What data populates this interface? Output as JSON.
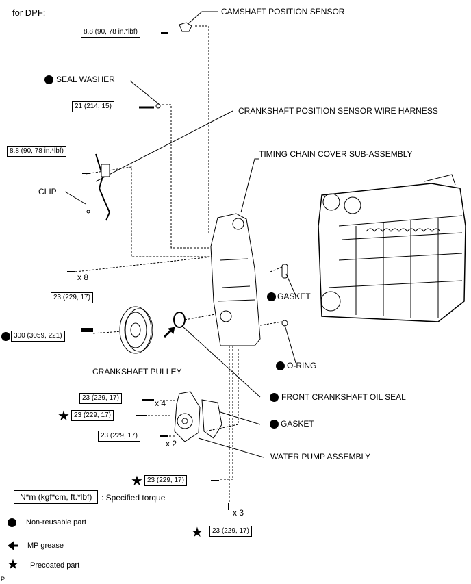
{
  "heading": "for DPF:",
  "labels": {
    "camshaft_sensor": "CAMSHAFT POSITION SENSOR",
    "seal_washer": "SEAL WASHER",
    "crank_sensor_harness": "CRANKSHAFT POSITION SENSOR WIRE HARNESS",
    "timing_cover": "TIMING CHAIN COVER SUB-ASSEMBLY",
    "clip": "CLIP",
    "gasket_1": "GASKET",
    "o_ring": "O-RING",
    "crank_pulley": "CRANKSHAFT PULLEY",
    "front_oil_seal": "FRONT CRANKSHAFT OIL SEAL",
    "gasket_2": "GASKET",
    "water_pump": "WATER PUMP ASSEMBLY"
  },
  "torques": {
    "t1": "8.8 (90, 78 in.*lbf)",
    "t2": "21 (214, 15)",
    "t3": "8.8 (90, 78 in.*lbf)",
    "t4": "23 (229, 17)",
    "t5": "300 (3059, 221)",
    "t6": "23 (229, 17)",
    "t7": "23 (229, 17)",
    "t8": "23 (229, 17)",
    "t9": "23 (229, 17)",
    "t10": "23 (229, 17)"
  },
  "multipliers": {
    "m8": "x 8",
    "m4": "x 4",
    "m2": "x 2",
    "m3": "x 3"
  },
  "legend": {
    "torque_box": "N*m (kgf*cm, ft.*lbf)",
    "torque_desc": ": Specified torque",
    "non_reusable": "Non-reusable part",
    "mp_grease": "MP grease",
    "precoated": "Precoated part"
  },
  "corner_code": "P"
}
